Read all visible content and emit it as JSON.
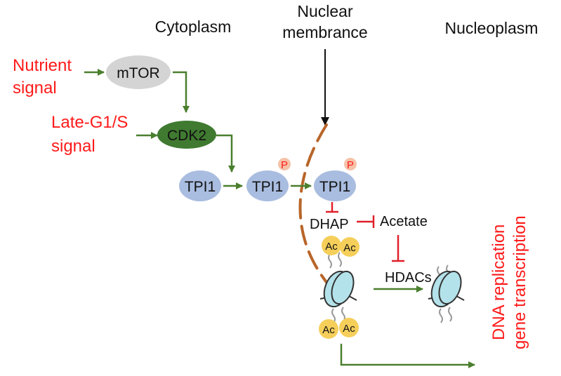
{
  "regions": {
    "cytoplasm": "Cytoplasm",
    "membrane_line1": "Nuclear",
    "membrane_line2": "membrance",
    "nucleoplasm": "Nucleoplasm"
  },
  "signals": {
    "nutrient_line1": "Nutrient",
    "nutrient_line2": "signal",
    "lateg1s_line1": "Late-G1/S",
    "lateg1s_line2": "signal"
  },
  "nodes": {
    "mtor": "mTOR",
    "cdk2": "CDK2",
    "tpi1_a": "TPI1",
    "tpi1_b": "TPI1",
    "tpi1_c": "TPI1",
    "phospho": "P",
    "dhap": "DHAP",
    "acetate": "Acetate",
    "hdacs": "HDACs",
    "ac": "Ac"
  },
  "outcome": {
    "line1": "DNA replication",
    "line2": "gene transcription"
  },
  "colors": {
    "signal_red": "#ff1a1a",
    "activate_green": "#4a7f2e",
    "inhibit_red": "#e0202a",
    "membrane_brown": "#b8652a",
    "mtor_gray": "#d4d4d4",
    "cdk2_green": "#3f7a30",
    "tpi1_blue": "#a9bde0",
    "phospho_pink": "#f5c2a8",
    "acetyl_yellow": "#f5cf5a",
    "histone_cyan": "#b4e2ea"
  }
}
